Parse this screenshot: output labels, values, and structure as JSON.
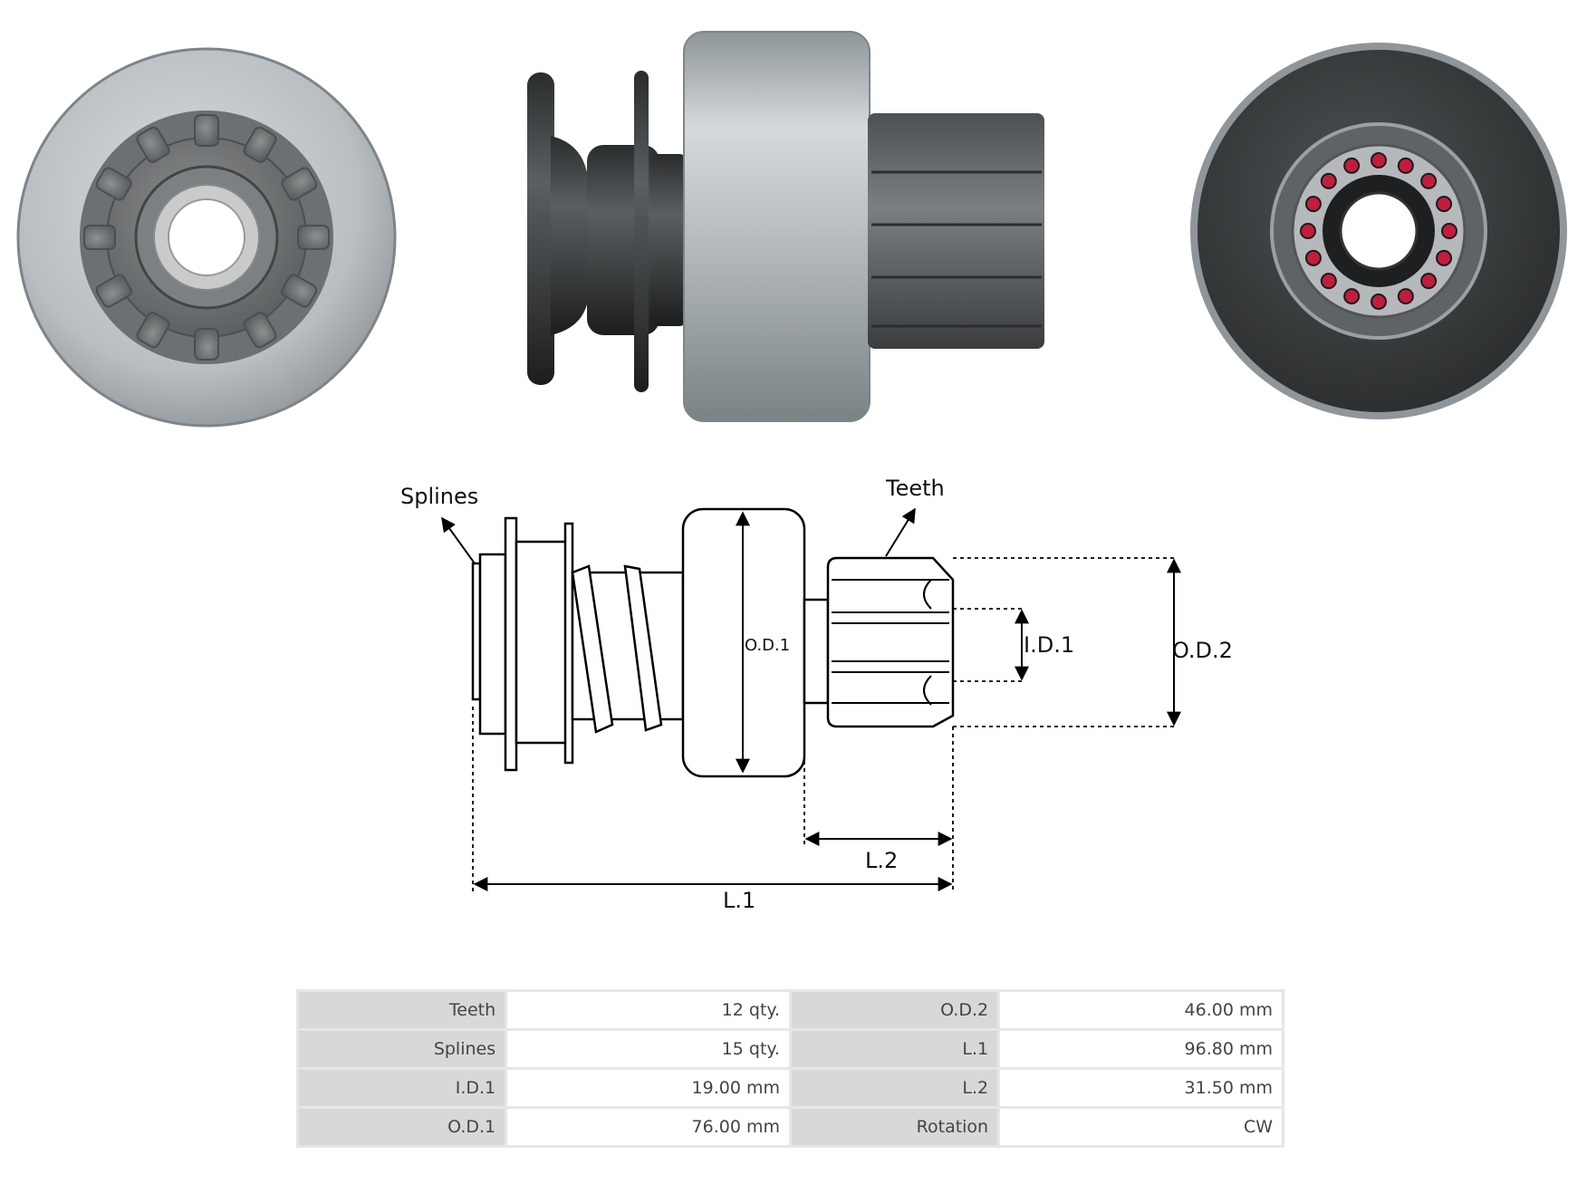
{
  "diagram": {
    "labels": {
      "splines": "Splines",
      "teeth": "Teeth",
      "od1": "O.D.1",
      "id1": "I.D.1",
      "od2": "O.D.2",
      "l2": "L.2",
      "l1": "L.1"
    }
  },
  "specs": {
    "rows": [
      [
        {
          "k": "Teeth",
          "v": "12 qty."
        },
        {
          "k": "O.D.2",
          "v": "46.00 mm"
        }
      ],
      [
        {
          "k": "Splines",
          "v": "15 qty."
        },
        {
          "k": "L.1",
          "v": "96.80 mm"
        }
      ],
      [
        {
          "k": "I.D.1",
          "v": "19.00 mm"
        },
        {
          "k": "L.2",
          "v": "31.50 mm"
        }
      ],
      [
        {
          "k": "O.D.1",
          "v": "76.00 mm"
        },
        {
          "k": "Rotation",
          "v": "CW"
        }
      ]
    ]
  }
}
